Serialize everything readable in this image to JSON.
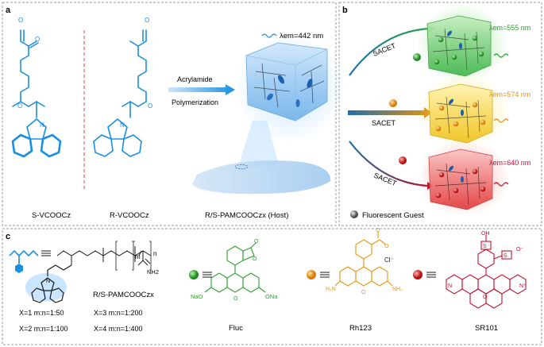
{
  "panels": {
    "a": {
      "label": "a",
      "monomer_s": "S-VCOOCz",
      "monomer_r": "R-VCOOCz",
      "arrow_top": "Acrylamide",
      "arrow_bottom": "Polymerization",
      "emission": "λem=442 nm",
      "host": "R/S-PAMCOOCzx (Host)"
    },
    "b": {
      "label": "b",
      "sacet": "SACET",
      "guest_legend": "Fluorescent Guest",
      "emissions": [
        "λem=555 nm",
        "λem=574 nm",
        "λem=640 nm"
      ]
    },
    "c": {
      "label": "c",
      "polymer_name": "R/S-PAMCOOCzx",
      "m_label": "m",
      "n_label": "n",
      "amide": "NH2",
      "ratios": [
        "X=1 m:n=1:50",
        "X=3 m:n=1:200",
        "X=2 m:n=1:100",
        "X=4 m:n=1:400"
      ],
      "guests": [
        "Fluc",
        "Rh123",
        "SR101"
      ]
    }
  },
  "colors": {
    "structure_blue": "#1a8fe0",
    "fluc_green": "#2ea02e",
    "rh_orange": "#e8920f",
    "sr_red": "#c8102e",
    "dashed_border": "#9a9a9a"
  }
}
